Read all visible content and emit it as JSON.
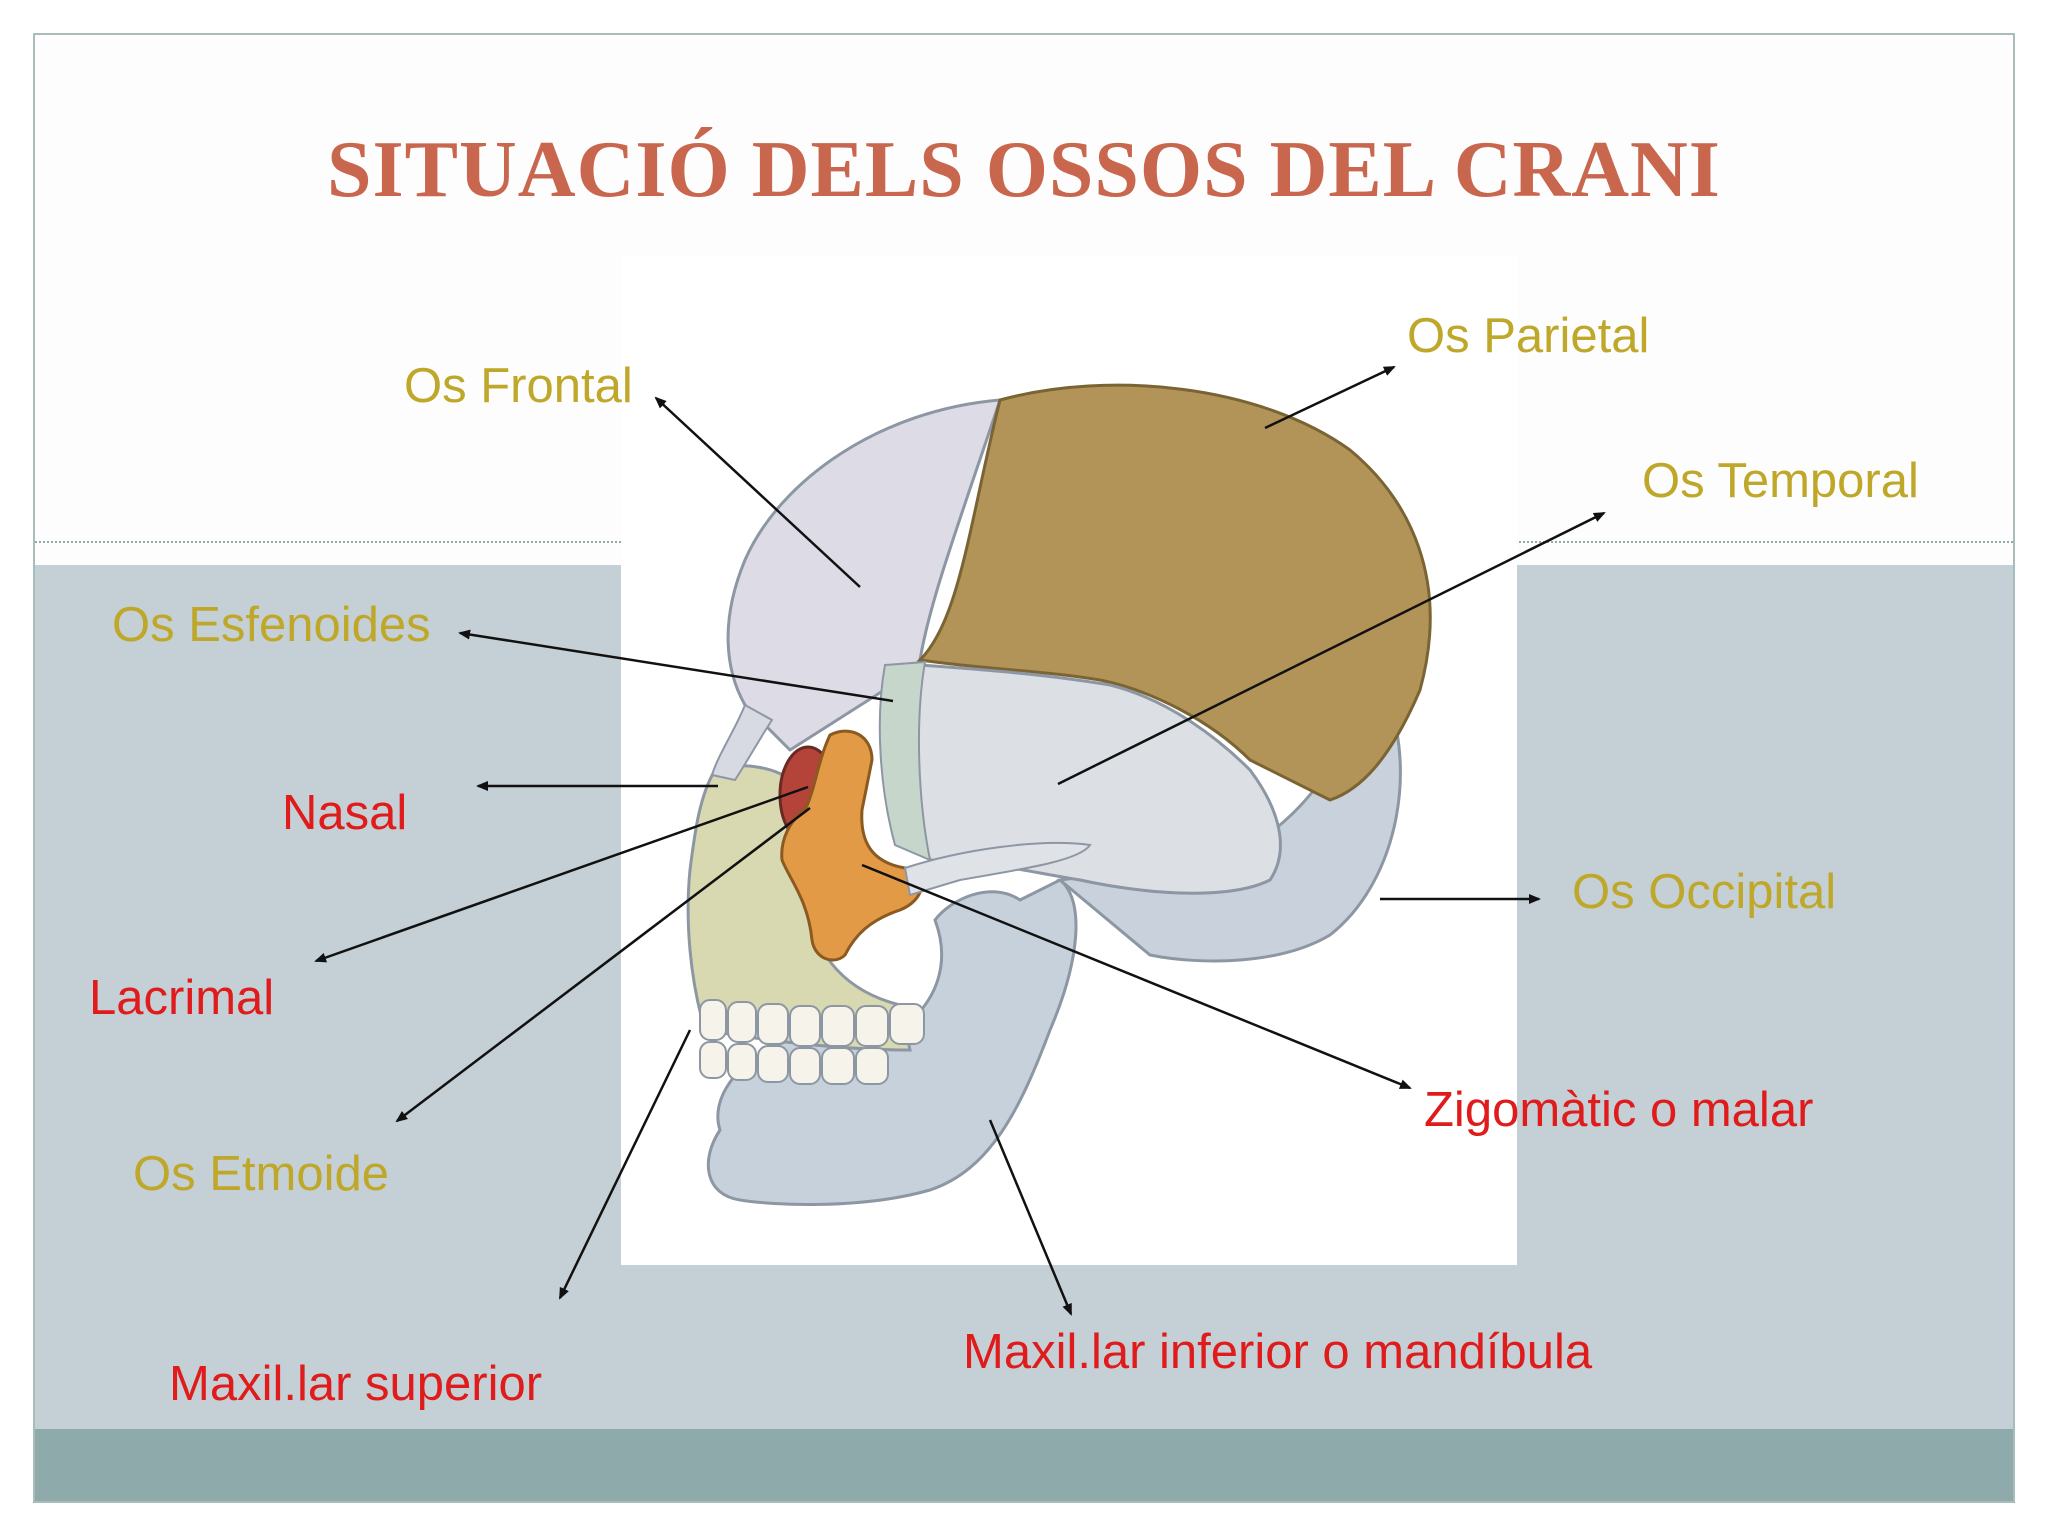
{
  "title": "SITUACIÓ DELS OSSOS DEL CRANI",
  "labels": {
    "frontal": "Os Frontal",
    "parietal": "Os  Parietal",
    "temporal": "Os Temporal",
    "esfenoides": "Os Esfenoides",
    "nasal": "Nasal",
    "lacrimal": "Lacrimal",
    "etmoide": "Os Etmoide",
    "occipital": "Os Occipital",
    "zigomatic": "Zigomàtic o malar",
    "maxilar_superior": "Maxil.lar superior",
    "maxilar_inferior": "Maxil.lar inferior o mandíbula"
  },
  "colors": {
    "title": "#c8674e",
    "bone_label": "#bfa72a",
    "face_bone_label": "#e01b1b",
    "band": "#c4d0d5",
    "footer": "#8eaaab",
    "parietal_fill": "#b39458",
    "zygomatic_fill": "#e29a46",
    "ethmoid_fill": "#b4433a"
  }
}
